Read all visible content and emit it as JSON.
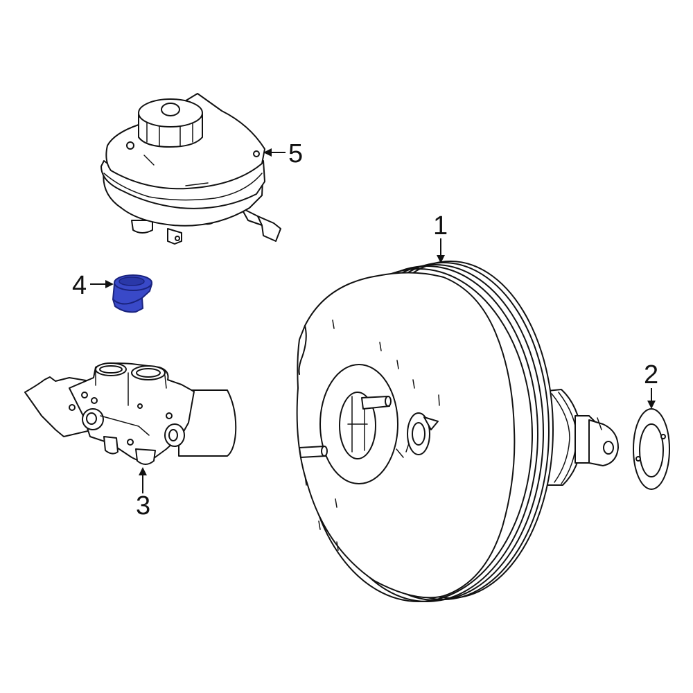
{
  "callouts": [
    {
      "id": "1",
      "label": "1"
    },
    {
      "id": "2",
      "label": "2"
    },
    {
      "id": "3",
      "label": "3"
    },
    {
      "id": "4",
      "label": "4"
    },
    {
      "id": "5",
      "label": "5"
    }
  ],
  "colors": {
    "line": "#111111",
    "background": "#ffffff",
    "highlight_fill": "#3949c8",
    "highlight_stroke": "#1a237e"
  }
}
